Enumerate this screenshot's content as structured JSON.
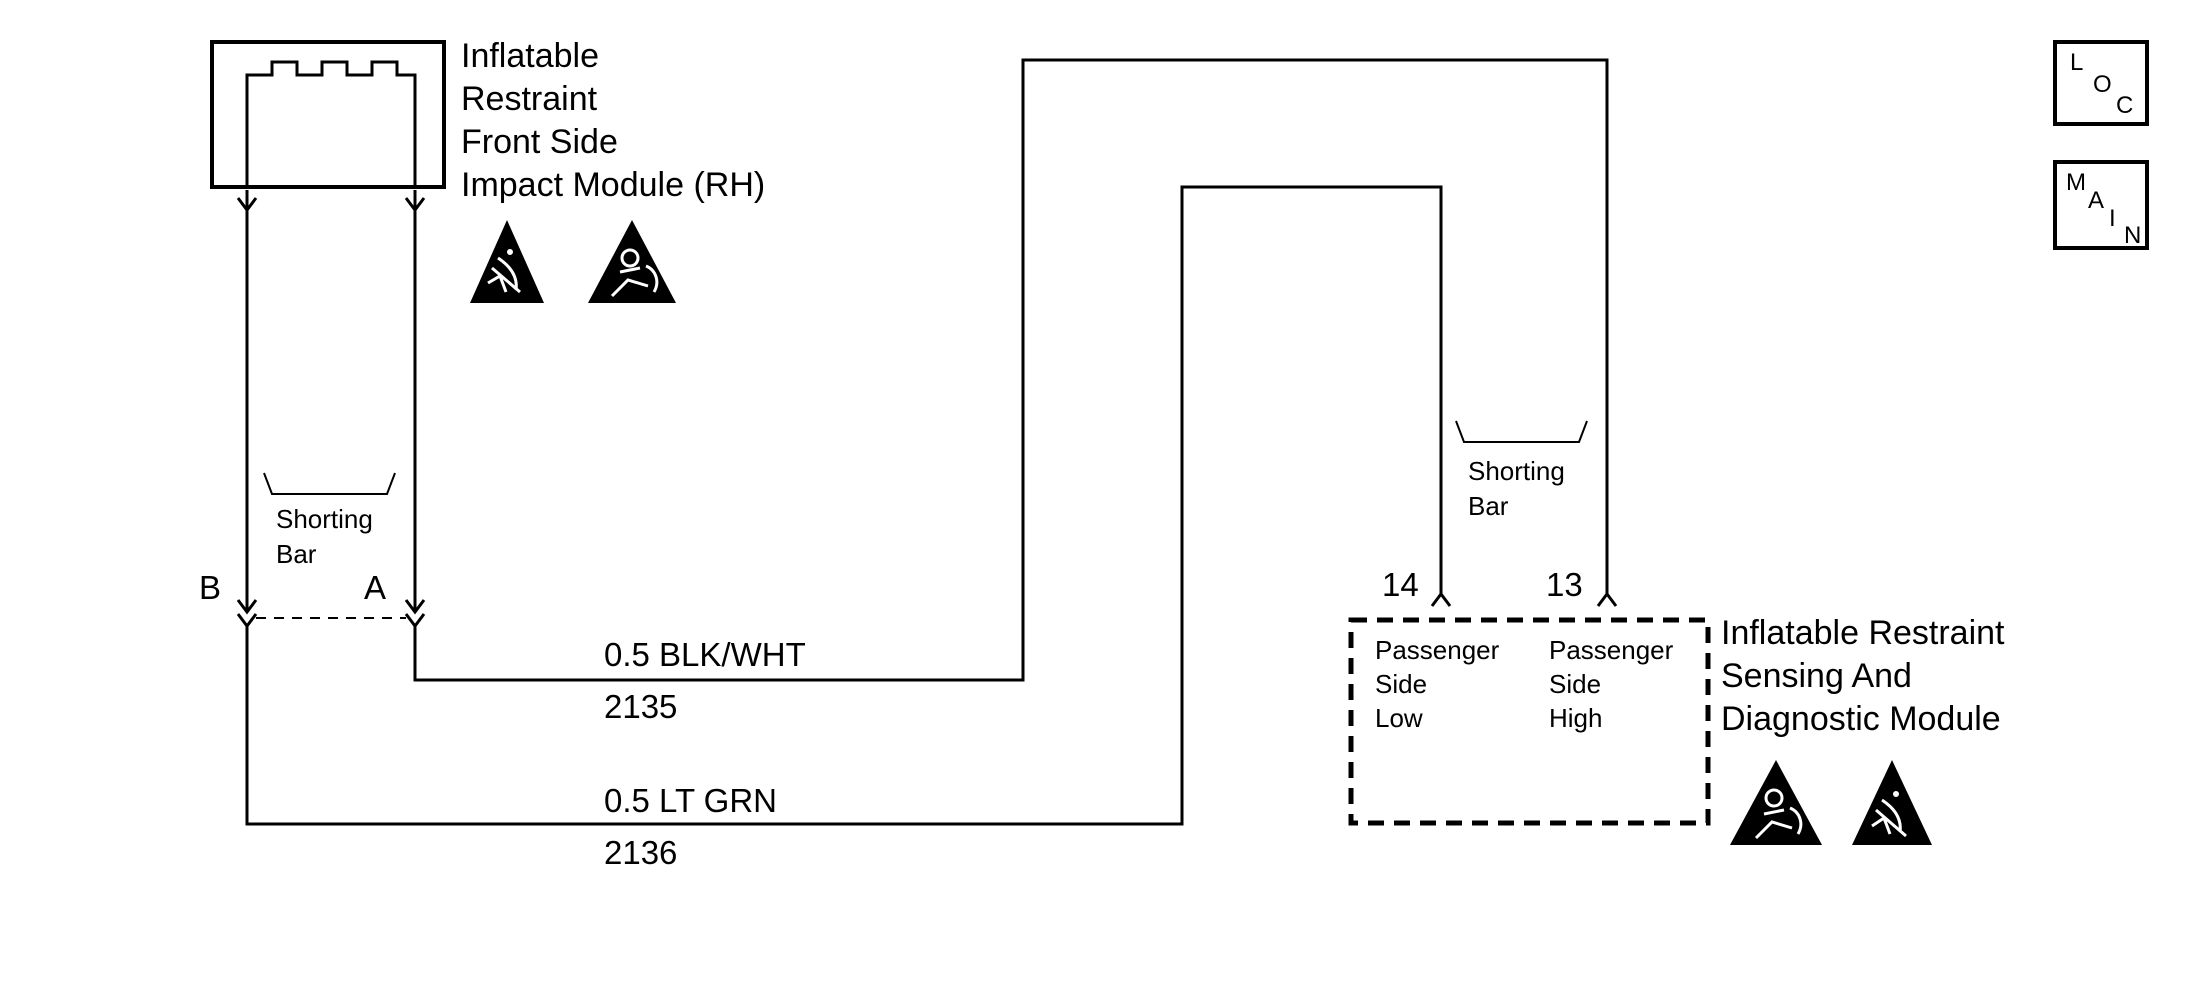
{
  "diagram": {
    "colors": {
      "ink": "#000000",
      "background": "#ffffff"
    },
    "module_rh": {
      "lines": [
        "Inflatable",
        "Restraint",
        "Front Side",
        "Impact Module (RH)"
      ],
      "icons": [
        "esd-warning-icon",
        "airbag-warning-icon"
      ]
    },
    "sdm": {
      "lines": [
        "Inflatable Restraint",
        "Sensing And",
        "Diagnostic Module"
      ],
      "icons": [
        "airbag-warning-icon",
        "esd-warning-icon"
      ],
      "pins": [
        {
          "number": "14",
          "lines": [
            "Passenger",
            "Side",
            "Low"
          ]
        },
        {
          "number": "13",
          "lines": [
            "Passenger",
            "Side",
            "High"
          ]
        }
      ]
    },
    "connector_rh_pins": {
      "b": "B",
      "a": "A"
    },
    "shorting_bar_left": [
      "Shorting",
      "Bar"
    ],
    "shorting_bar_right": [
      "Shorting",
      "Bar"
    ],
    "wires": [
      {
        "spec": "0.5 BLK/WHT",
        "circuit": "2135"
      },
      {
        "spec": "0.5 LT GRN",
        "circuit": "2136"
      }
    ],
    "nav": {
      "loc": [
        "L",
        "O",
        "C"
      ],
      "main": [
        "M",
        "A",
        "I",
        "N"
      ]
    }
  }
}
